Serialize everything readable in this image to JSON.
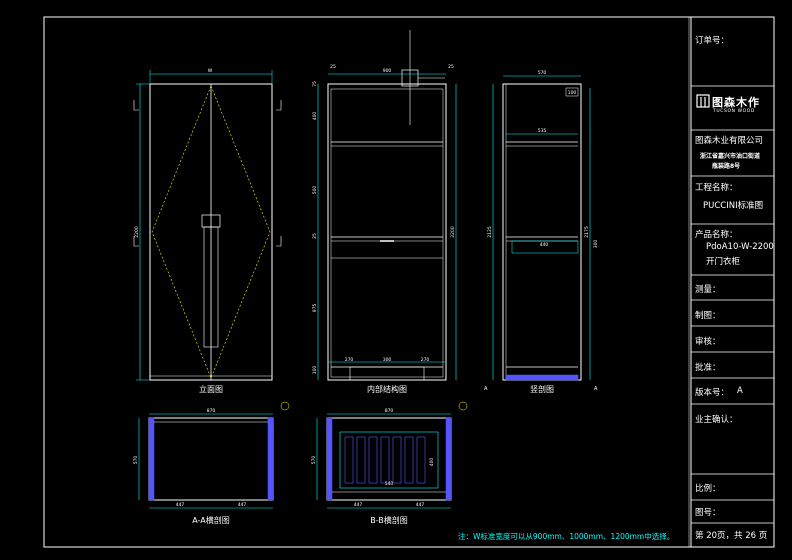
{
  "colors": {
    "background": "#000000",
    "frame": "#ffffff",
    "dimension": "#00ffff",
    "hidden_line": "#ffff00",
    "panel_edge": "#5555ff",
    "note_text": "#00ffff"
  },
  "title_block": {
    "order_no_label": "订单号：",
    "logo_text": "图森木作",
    "logo_sub": "TUCSON WOOD",
    "company_name": "图森木业有限公司",
    "company_address_1": "浙江省嘉兴市油口街道",
    "company_address_2": "瓶装路8号",
    "project_name_label": "工程名称：",
    "project_name_value": "PUCCINI标准图",
    "product_name_label": "产品名称：",
    "product_code": "PdoA10-W-2200",
    "product_type": "开门衣柜",
    "measure_label": "测量：",
    "draw_label": "制图：",
    "review_label": "审核：",
    "approve_label": "批准：",
    "version_label": "版本号：",
    "version_value": "A",
    "owner_confirm_label": "业主确认：",
    "scale_label": "比例：",
    "drawing_no_label": "图号：",
    "page_info": "第 20页，共 26 页"
  },
  "views": {
    "elevation_caption": "立面图",
    "internal_caption": "内部结构图",
    "section_caption": "竖剖图",
    "aa_caption": "A-A横剖图",
    "bb_caption": "B-B横剖图"
  },
  "dimensions": {
    "elev_width": "W",
    "elev_height": "2200",
    "int_top_width": "900",
    "int_side_left": "25",
    "int_side_right": "25",
    "int_h_top": "75",
    "int_h_1": "400",
    "int_h_2": "500",
    "int_h_3": "25",
    "int_h_4": "975",
    "int_h_bottom": "100",
    "int_total": "2200",
    "int_bottom_1": "270",
    "int_bottom_2": "300",
    "int_bottom_3": "270",
    "sec_top_width": "570",
    "sec_inner_width": "535",
    "sec_mid_width": "440",
    "sec_small_a": "100",
    "sec_left_h": "2125",
    "sec_right_h": "2175",
    "sec_right_small": "300",
    "aa_width": "870",
    "aa_depth": "570",
    "aa_left": "447",
    "aa_right": "447",
    "bb_width": "870",
    "bb_depth": "570",
    "bb_inner": "540",
    "bb_height": "400",
    "bb_left": "447",
    "bb_right": "447",
    "section_mark": "A"
  },
  "note": "注：W标准宽度可以从900mm、1000mm、1200mm中选择。"
}
